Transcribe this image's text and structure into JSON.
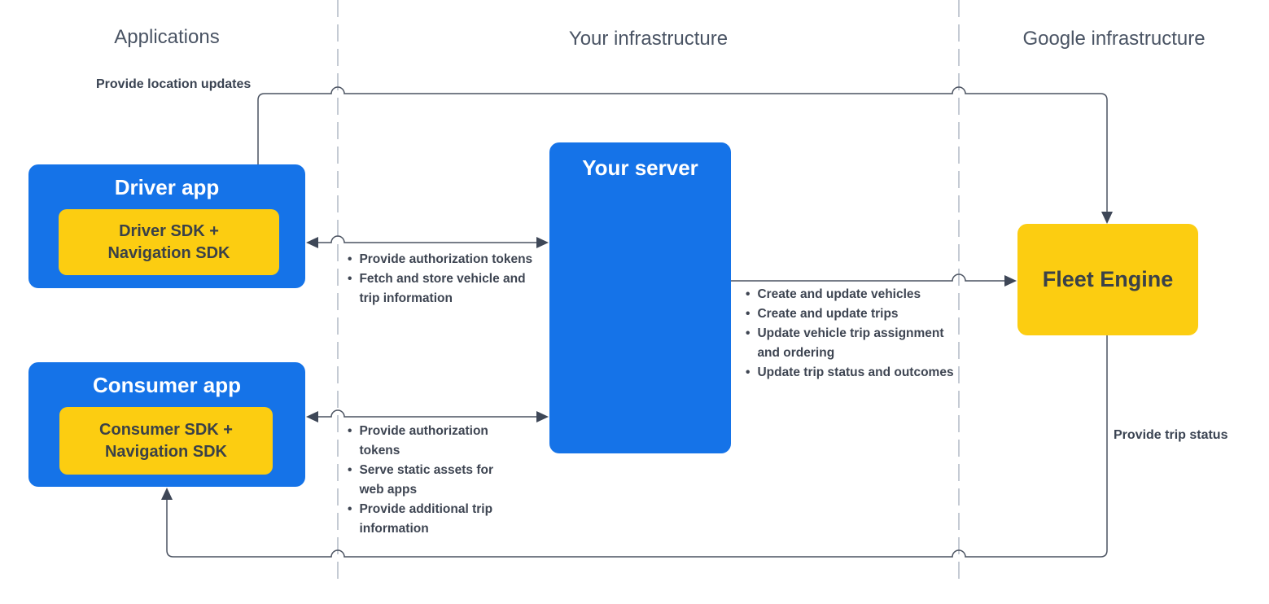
{
  "lanes": {
    "applications": {
      "label": "Applications"
    },
    "your_infrastructure": {
      "label": "Your infrastructure"
    },
    "google_infrastructure": {
      "label": "Google infrastructure"
    }
  },
  "nodes": {
    "driver_app": {
      "title": "Driver app",
      "sdk_label": "Driver SDK + Navigation SDK"
    },
    "consumer_app": {
      "title": "Consumer app",
      "sdk_label": "Consumer SDK + Navigation SDK"
    },
    "your_server": {
      "title": "Your server"
    },
    "fleet_engine": {
      "title": "Fleet Engine"
    }
  },
  "edges": {
    "location_updates": {
      "from": "driver_app",
      "to": "fleet_engine",
      "label": "Provide location updates"
    },
    "driver_server": {
      "from": "driver_app",
      "to": "your_server",
      "direction": "bidirectional",
      "bullets": [
        "Provide authorization tokens",
        "Fetch and store vehicle and trip information"
      ]
    },
    "server_fleet": {
      "from": "your_server",
      "to": "fleet_engine",
      "bullets": [
        "Create and update vehicles",
        "Create and update trips",
        "Update vehicle trip assignment and ordering",
        "Update trip status and outcomes"
      ]
    },
    "consumer_server": {
      "from": "consumer_app",
      "to": "your_server",
      "direction": "bidirectional",
      "bullets": [
        "Provide authorization tokens",
        "Serve static assets for web apps",
        "Provide additional trip information"
      ]
    },
    "trip_status": {
      "from": "fleet_engine",
      "to": "consumer_app",
      "label": "Provide trip status"
    }
  },
  "colors": {
    "node_blue": "#1573e8",
    "node_yellow": "#fccd11",
    "wire": "#4a5260",
    "arrowhead": "#3e4757",
    "lane_divider": "#c5cbd4",
    "heading_text": "#4a5464",
    "dark_text": "#3a4352",
    "white_text": "#ffffff",
    "background": "#ffffff"
  }
}
